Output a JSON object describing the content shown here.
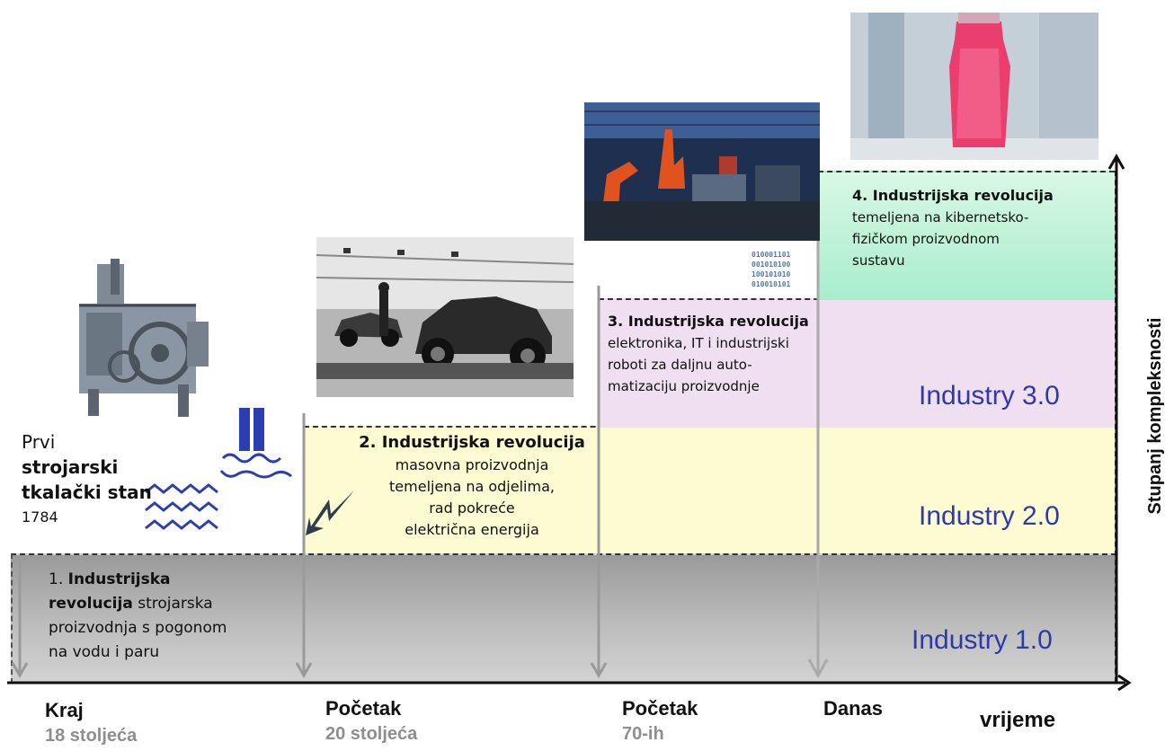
{
  "axis": {
    "x_label": "vrijeme",
    "y_label": "Stupanj kompleksnosti"
  },
  "stages": [
    {
      "industry": "Industry 1.0",
      "title_prefix": "1. ",
      "title": "Industrijska revolucija",
      "description": "strojarska proizvodnja s pogonom na vodu i paru",
      "lines": [
        "1. Industrijska",
        "revolucija strojarska",
        "proizvodnja s pogonom",
        "na vodu i paru"
      ],
      "time_head": "Kraj",
      "time_sub": "18 stoljeća"
    },
    {
      "industry": "Industry 2.0",
      "title": "2. Industrijska revolucija",
      "lines": [
        "masovna proizvodnja",
        "temeljena na odjelima,",
        "rad pokreće",
        "električna energija"
      ],
      "time_head": "Početak",
      "time_sub": "20 stoljeća"
    },
    {
      "industry": "Industry 3.0",
      "title": "3. Industrijska revolucija",
      "lines": [
        "elektronika, IT i industrijski",
        "roboti za daljnu auto-",
        "matizaciju proizvodnje"
      ],
      "time_head": "Početak",
      "time_sub": "70-ih"
    },
    {
      "industry": "",
      "title": "4. Industrijska revolucija",
      "lines": [
        "temeljena na kibernetsko-",
        "fizičkom proizvodnom",
        "sustavu"
      ],
      "time_head": "Danas",
      "time_sub": ""
    }
  ],
  "loom": {
    "line1": "Prvi",
    "line2": "strojarski",
    "line3": "tkalački stan",
    "year": "1784"
  },
  "binary": [
    "010001101",
    "001010100",
    "100101010",
    "010010101"
  ],
  "colors": {
    "industry_label": "#2e3aa8",
    "band1": "#bdbdbd",
    "band2": "#fdfbd1",
    "band3": "#efdff0",
    "band4": "#a8edcd",
    "icons": "#2b3fb0"
  },
  "icons": [
    "water-wave-icon",
    "water-mill-icon",
    "lightning-icon"
  ]
}
